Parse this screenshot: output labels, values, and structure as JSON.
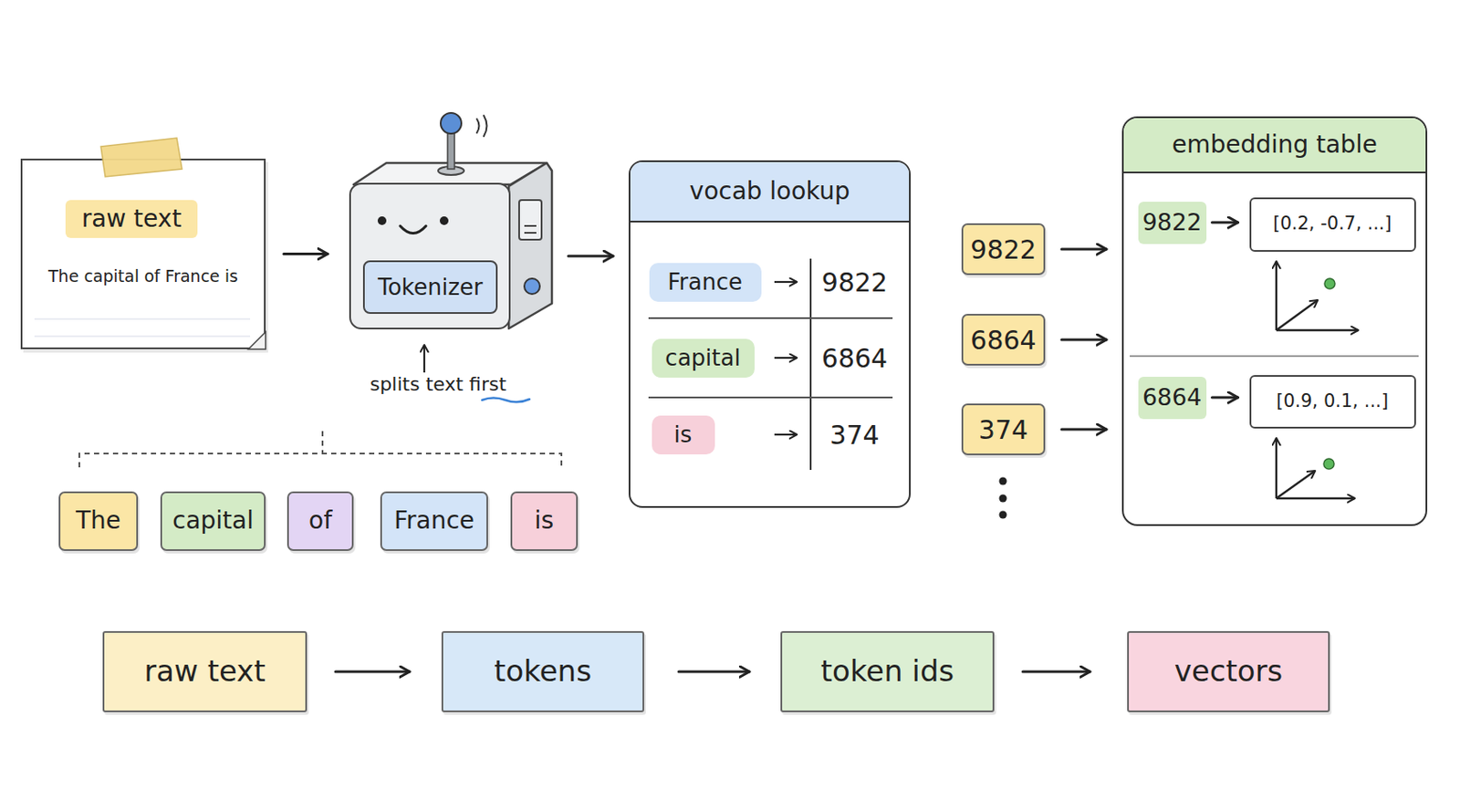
{
  "diagram": {
    "nodes": [
      {
        "text": [
          "raw text",
          "The capital of France is"
        ]
      },
      {
        "text": [
          "Tokenizer"
        ]
      },
      {
        "text": [
          "vocab lookup"
        ]
      },
      {
        "text": [
          "France"
        ],
        "in": 2
      },
      {
        "text": [
          "capital"
        ],
        "in": 2
      },
      {
        "text": [
          "is"
        ],
        "in": 2
      },
      {
        "text": [
          "9822"
        ]
      },
      {
        "text": [
          "6864"
        ]
      },
      {
        "text": [
          "374"
        ]
      },
      {
        "text": [
          "embedding table"
        ]
      },
      {
        "text": [
          "9822"
        ],
        "in": 9
      },
      {
        "text": [
          "[0.2, -0.7, ...]"
        ],
        "in": 9
      },
      {
        "text": [
          "6864"
        ],
        "in": 9
      },
      {
        "text": [
          "[0.9, 0.1, ...]"
        ],
        "in": 9
      },
      {
        "text": [
          "The"
        ]
      },
      {
        "text": [
          "capital"
        ]
      },
      {
        "text": [
          "of"
        ]
      },
      {
        "text": [
          "France"
        ]
      },
      {
        "text": [
          "is"
        ]
      },
      {
        "text": [
          "raw text"
        ]
      },
      {
        "text": [
          "tokens"
        ]
      },
      {
        "text": [
          "token ids"
        ]
      },
      {
        "text": [
          "vectors"
        ]
      }
    ],
    "edges": [
      {
        "from": 0,
        "to": 1,
        "arrow": "to"
      },
      {
        "from": 1,
        "to": 2,
        "arrow": "to"
      },
      {
        "from": 6,
        "to": 9,
        "arrow": "to"
      },
      {
        "from": 7,
        "to": 9,
        "arrow": "to"
      },
      {
        "from": 8,
        "to": 9,
        "arrow": "to"
      },
      {
        "from": 10,
        "to": 11,
        "arrow": "to"
      },
      {
        "from": 12,
        "to": 13,
        "arrow": "to"
      },
      {
        "from": 19,
        "to": 20,
        "arrow": "to"
      },
      {
        "from": 20,
        "to": 21,
        "arrow": "to"
      },
      {
        "from": 21,
        "to": 22,
        "arrow": "to"
      }
    ],
    "labels": [
      "splits text first",
      "9822",
      "6864",
      "374"
    ]
  }
}
